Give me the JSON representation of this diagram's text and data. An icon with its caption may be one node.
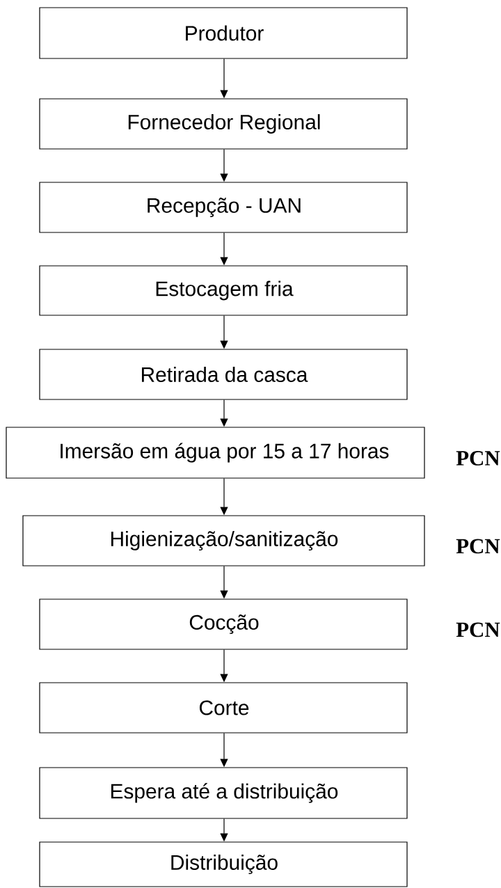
{
  "diagram": {
    "nodes": [
      {
        "text": [
          "Produtor"
        ]
      },
      {
        "text": [
          "Fornecedor Regional"
        ]
      },
      {
        "text": [
          "Recepção - UAN"
        ]
      },
      {
        "text": [
          "Estocagem fria"
        ]
      },
      {
        "text": [
          "Retirada da casca"
        ]
      },
      {
        "text": [
          "Imersão em água por 15 a 17 horas"
        ],
        "beside": [
          "PCN"
        ]
      },
      {
        "text": [
          "Higienização/sanitização"
        ],
        "beside": [
          "PCN"
        ]
      },
      {
        "text": [
          "Cocção"
        ],
        "beside": [
          "PCN"
        ]
      },
      {
        "text": [
          "Corte"
        ]
      },
      {
        "text": [
          "Espera até a distribuição"
        ]
      },
      {
        "text": [
          "Distribuição"
        ]
      }
    ],
    "edges": [
      {
        "from": 0,
        "to": 1,
        "arrow": "to"
      },
      {
        "from": 1,
        "to": 2,
        "arrow": "to"
      },
      {
        "from": 2,
        "to": 3,
        "arrow": "to"
      },
      {
        "from": 3,
        "to": 4,
        "arrow": "to"
      },
      {
        "from": 4,
        "to": 5,
        "arrow": "to"
      },
      {
        "from": 5,
        "to": 6,
        "arrow": "to"
      },
      {
        "from": 6,
        "to": 7,
        "arrow": "to"
      },
      {
        "from": 7,
        "to": 8,
        "arrow": "to"
      },
      {
        "from": 8,
        "to": 9,
        "arrow": "to"
      },
      {
        "from": 9,
        "to": 10,
        "arrow": "to"
      }
    ]
  }
}
